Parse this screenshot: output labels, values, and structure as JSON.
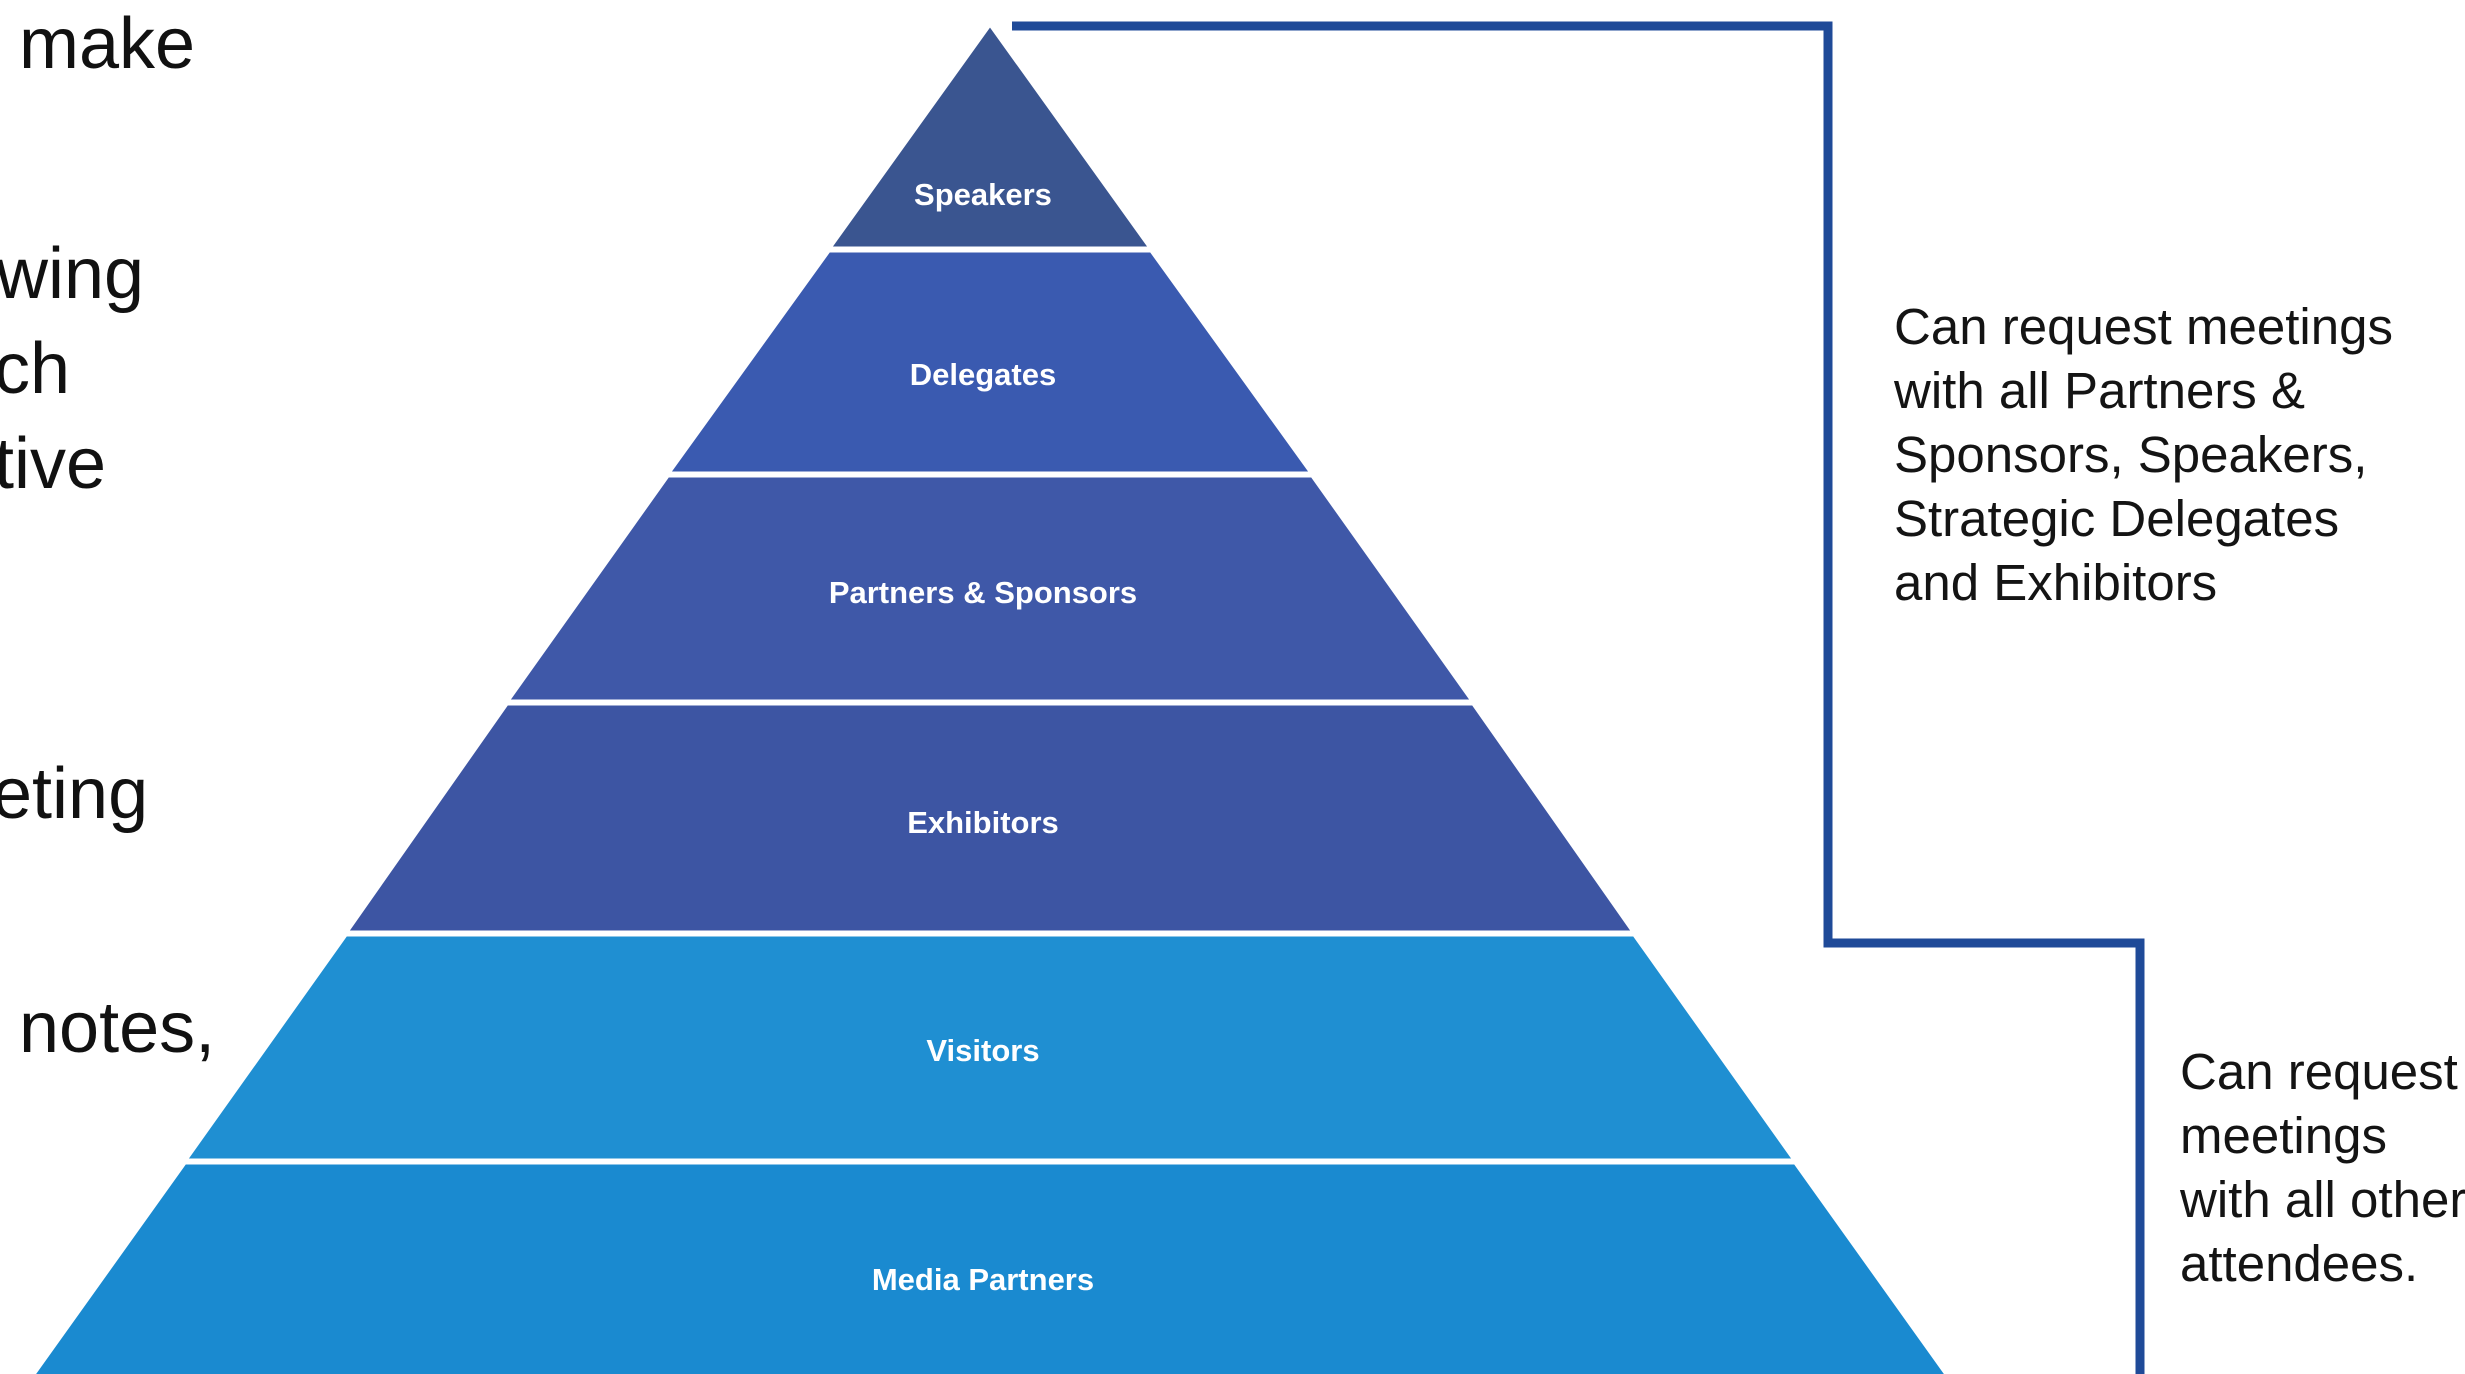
{
  "left_fragments": [
    "make",
    "wing",
    "ch",
    "tive",
    "eting",
    "notes,"
  ],
  "tiers": [
    {
      "label": "Speakers",
      "color": "#3a5590"
    },
    {
      "label": "Delegates",
      "color": "#3a5ab0"
    },
    {
      "label": "Partners & Sponsors",
      "color": "#3f58a8"
    },
    {
      "label": "Exhibitors",
      "color": "#3d55a3"
    },
    {
      "label": "Visitors",
      "color": "#1f8fd2"
    },
    {
      "label": "Media Partners",
      "color": "#1a8ad0"
    }
  ],
  "notes": {
    "upper": [
      "Can request meetings",
      "with all Partners &",
      "Sponsors, Speakers,",
      "Strategic Delegates",
      "and Exhibitors"
    ],
    "lower": [
      "Can request",
      "meetings",
      "with all other",
      "attendees."
    ]
  },
  "colors": {
    "connector": "#1f4a98",
    "divider": "#ffffff"
  }
}
